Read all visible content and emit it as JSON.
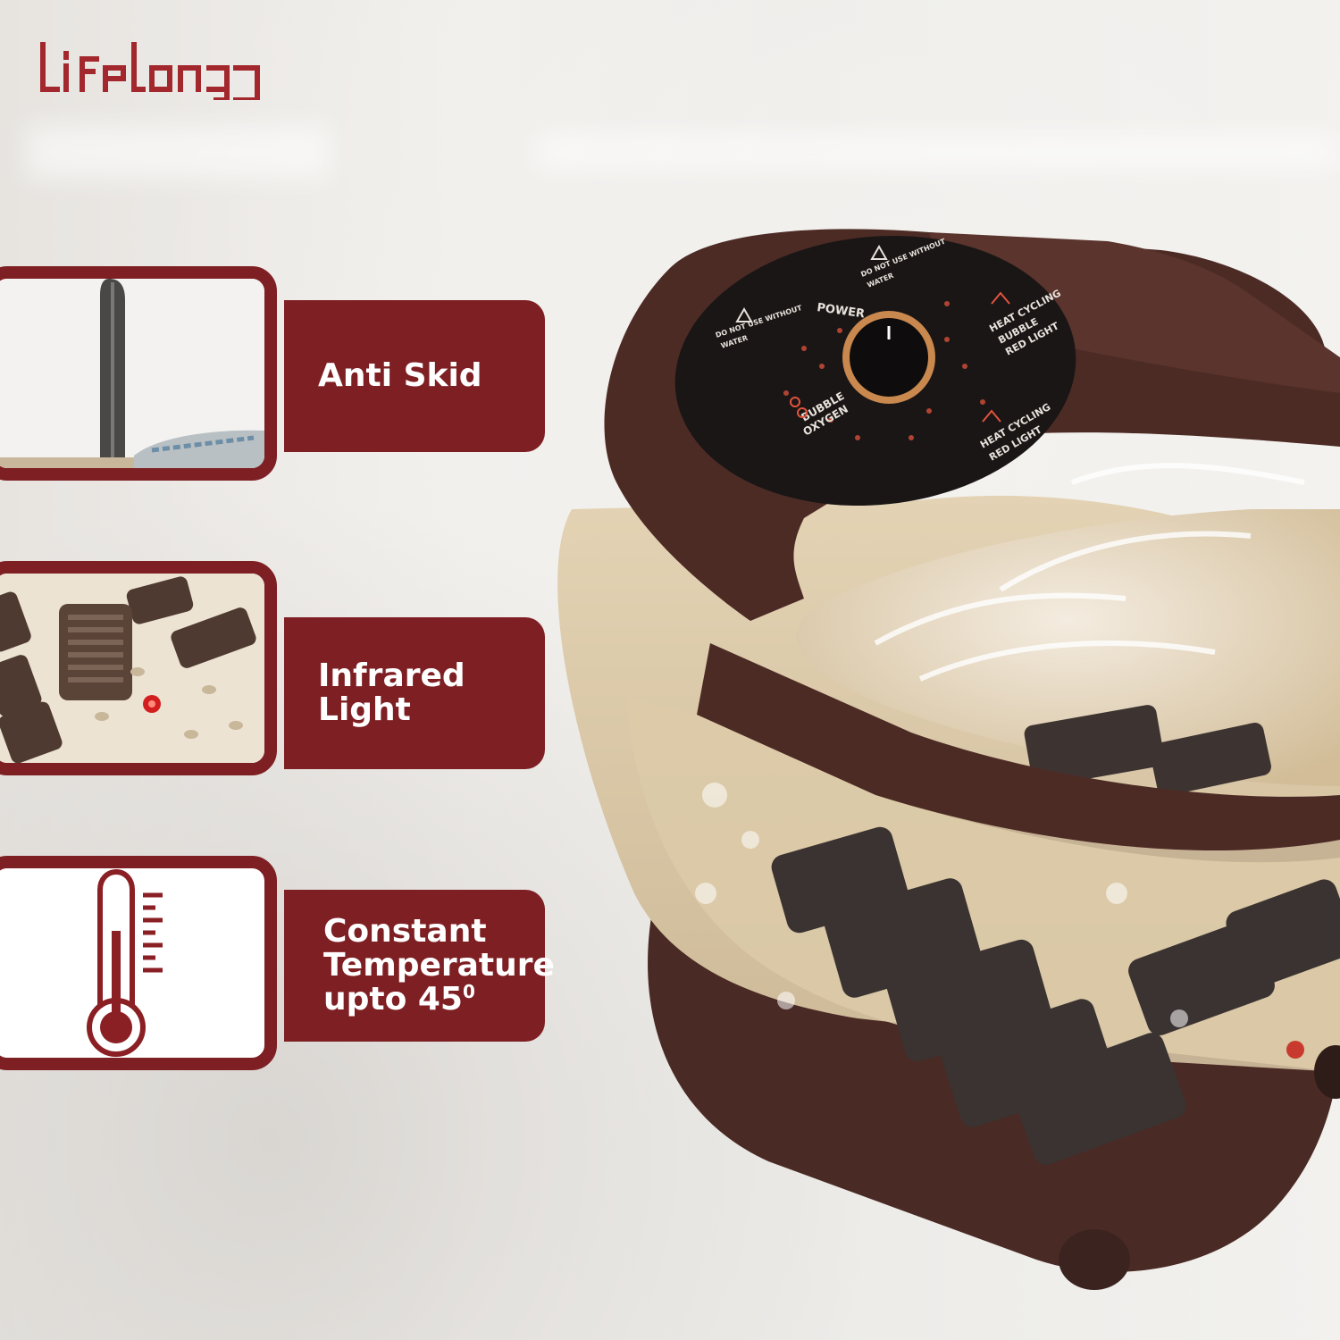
{
  "brand": {
    "name": "Lifelong",
    "color": "#a3282d"
  },
  "accent": "#7e1f23",
  "features": [
    {
      "icon": "anti-skid-photo",
      "lines": [
        "Anti Skid"
      ]
    },
    {
      "icon": "infrared-light-photo",
      "lines": [
        "Infrared",
        "Light"
      ]
    },
    {
      "icon": "thermometer-icon",
      "lines": [
        "Constant",
        "Temperature"
      ],
      "last_line": "upto 45",
      "superscript": "0"
    }
  ],
  "control_panel": {
    "power": "POWER",
    "warning_left": [
      "DO NOT USE WITHOUT",
      "WATER"
    ],
    "warning_top": [
      "DO NOT USE WITHOUT",
      "WATER"
    ],
    "mode_1": [
      "HEAT CYCLING",
      "BUBBLE",
      "RED LIGHT"
    ],
    "mode_2": [
      "HEAT CYCLING",
      "RED LIGHT"
    ],
    "mode_3": [
      "BUBBLE",
      "OXYGEN"
    ]
  }
}
